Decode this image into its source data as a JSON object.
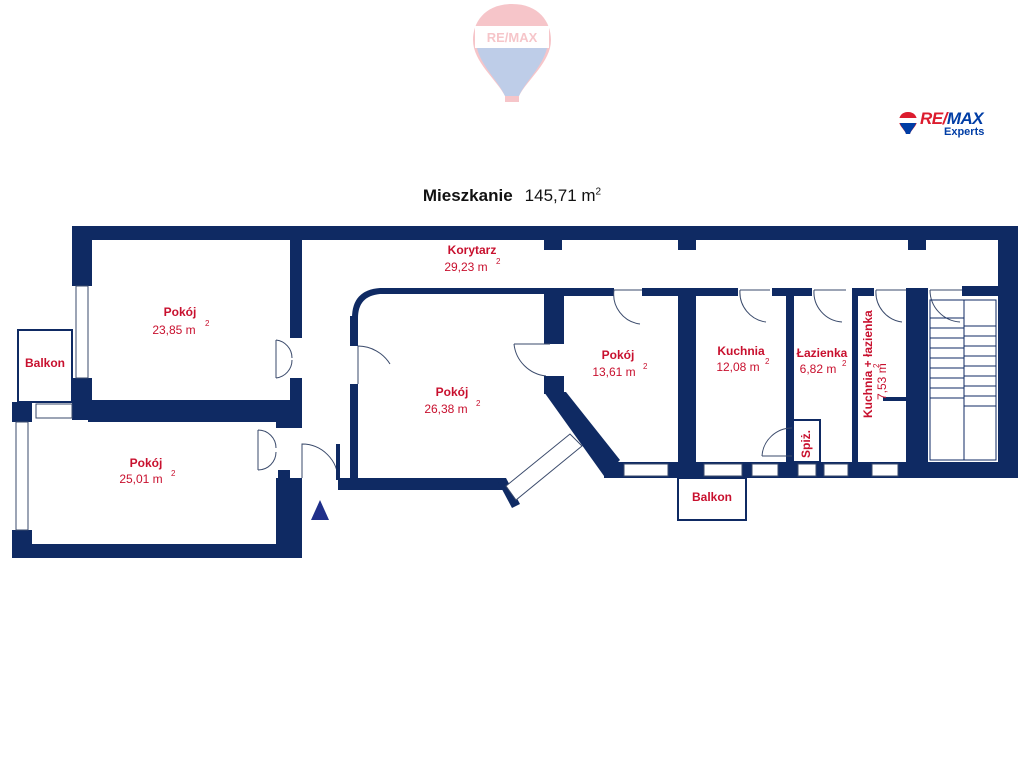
{
  "watermark_logo": "RE/MAX",
  "brand": {
    "wordmark_red": "RE/",
    "wordmark_blue": "MAX",
    "sub": "Experts"
  },
  "title": {
    "label": "Mieszkanie",
    "area": "145,71 m",
    "unit_exp": "2"
  },
  "rooms": [
    {
      "id": "korytarz",
      "name": "Korytarz",
      "area": "29,23 m",
      "exp": "2"
    },
    {
      "id": "pokoj1",
      "name": "Pokój",
      "area": "23,85 m",
      "exp": "2"
    },
    {
      "id": "pokoj2",
      "name": "Pokój",
      "area": "25,01 m",
      "exp": "2"
    },
    {
      "id": "pokoj3",
      "name": "Pokój",
      "area": "26,38 m",
      "exp": "2"
    },
    {
      "id": "pokoj4",
      "name": "Pokój",
      "area": "13,61 m",
      "exp": "2"
    },
    {
      "id": "kuchnia",
      "name": "Kuchnia",
      "area": "12,08 m",
      "exp": "2"
    },
    {
      "id": "lazienka",
      "name": "Łazienka",
      "area": "6,82 m",
      "exp": "2"
    },
    {
      "id": "kuchnia_lazienka",
      "name": "Kuchnia + łazienka",
      "area": "7,53 m",
      "exp": "2"
    }
  ],
  "balcony_left": "Balkon",
  "balcony_bottom": "Balkon",
  "spiz": "Spiż.",
  "colors": {
    "wall": "#0f2a63",
    "label": "#c8102e",
    "brand_red": "#dc1c2e",
    "brand_blue": "#003da5"
  }
}
